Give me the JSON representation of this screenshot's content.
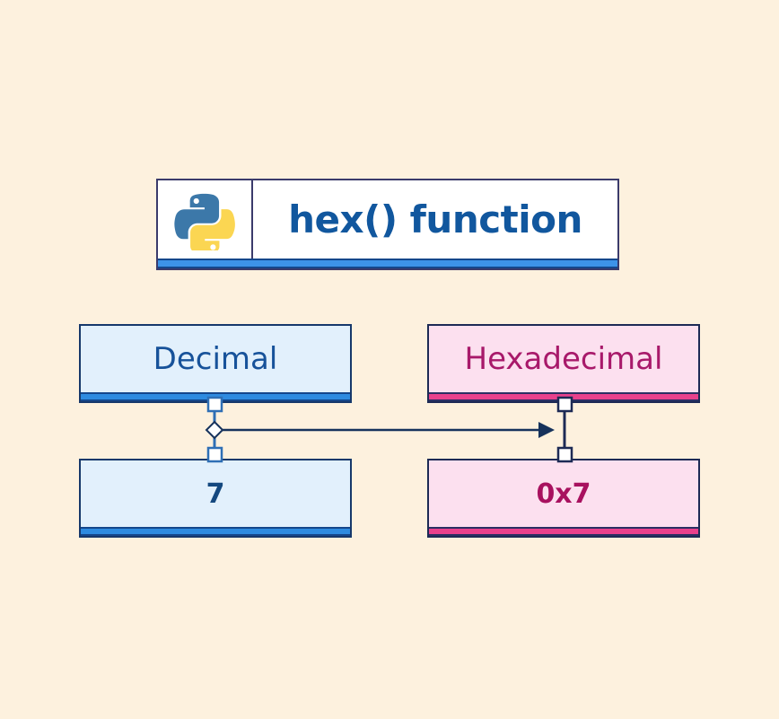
{
  "page": {
    "background_color": "#fdf1de",
    "title": "hex() function diagram"
  },
  "header": {
    "logo_icon": "python-logo-icon",
    "title": "hex() function",
    "title_color": "#11579e",
    "accent_color": "#3d93e8",
    "border_color": "#3b3b6b",
    "background_color": "#ffffff"
  },
  "nodes": {
    "decimal_label": {
      "text": "Decimal",
      "text_color": "#17529a",
      "fill_color": "#e2f0fc",
      "accent_color": "#2e8be0",
      "border_color": "#16386b"
    },
    "decimal_value": {
      "text": "7",
      "text_color": "#14487f",
      "fill_color": "#e2f0fc",
      "accent_color": "#2e8be0",
      "border_color": "#16386b"
    },
    "hexadecimal_label": {
      "text": "Hexadecimal",
      "text_color": "#a8196a",
      "fill_color": "#fce0ef",
      "accent_color": "#e8418c",
      "border_color": "#1d2a55"
    },
    "hexadecimal_value": {
      "text": "0x7",
      "text_color": "#a8115f",
      "fill_color": "#fce0ef",
      "accent_color": "#e8418c",
      "border_color": "#1d2a55"
    }
  },
  "connectors": {
    "line_color": "#16325c",
    "handle_fill": "#ffffff",
    "left_handle_color": "#2f6fb5",
    "right_handle_color": "#1d2a55",
    "diamond_icon": "diamond-handle-icon",
    "arrow_icon": "arrow-right-icon",
    "square_icon": "square-handle-icon",
    "direction": "decimal-to-hexadecimal"
  }
}
